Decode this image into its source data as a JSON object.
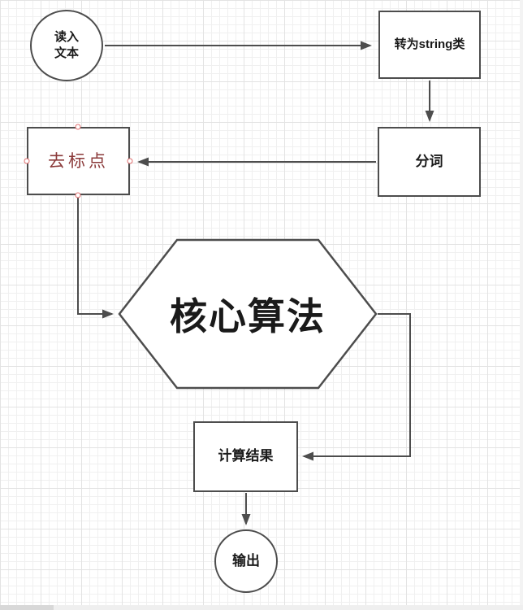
{
  "canvas": {
    "background": "#ffffff",
    "grid_minor_color": "#f0f0f0",
    "grid_major_color": "#e3e3e3"
  },
  "style": {
    "shape_stroke": "#4d4d4d",
    "shape_fill": "#ffffff",
    "connector_color": "#4d4d4d",
    "label_color": "#1a1a1a",
    "punct_label_color": "#8b3a3a",
    "selection_handle_color": "#e06d6d"
  },
  "nodes": {
    "read_text": {
      "shape": "ellipse",
      "line1": "读入",
      "line2": "文本"
    },
    "convert_string": {
      "shape": "rect",
      "label": "转为string类"
    },
    "segment_words": {
      "shape": "rect",
      "label": "分词"
    },
    "remove_punctuation": {
      "shape": "rect",
      "label": "去标点",
      "selected": true
    },
    "core_algorithm": {
      "shape": "hexagon",
      "label": "核心算法"
    },
    "compute_result": {
      "shape": "rect",
      "label": "计算结果"
    },
    "output": {
      "shape": "ellipse",
      "label": "输出"
    }
  },
  "connectors": [
    {
      "from": "read_text",
      "to": "convert_string",
      "direction": "right"
    },
    {
      "from": "convert_string",
      "to": "segment_words",
      "direction": "down"
    },
    {
      "from": "segment_words",
      "to": "remove_punctuation",
      "direction": "left"
    },
    {
      "from": "remove_punctuation",
      "to": "core_algorithm",
      "direction": "down-right"
    },
    {
      "from": "core_algorithm",
      "to": "compute_result",
      "direction": "right-down-left"
    },
    {
      "from": "compute_result",
      "to": "output",
      "direction": "down"
    }
  ]
}
